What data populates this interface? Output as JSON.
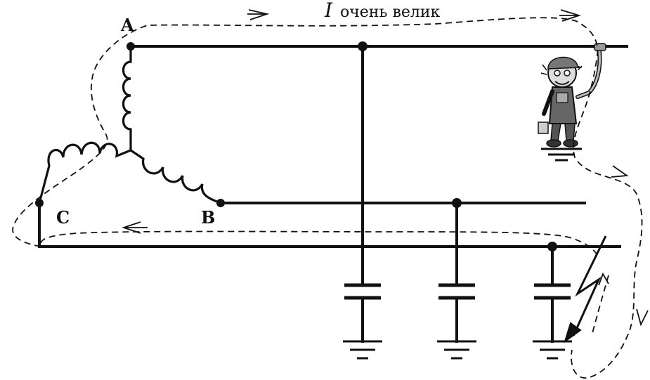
{
  "title": {
    "symbol": "I",
    "text": "очень велик"
  },
  "phases": {
    "a": "A",
    "b": "B",
    "c": "C"
  }
}
